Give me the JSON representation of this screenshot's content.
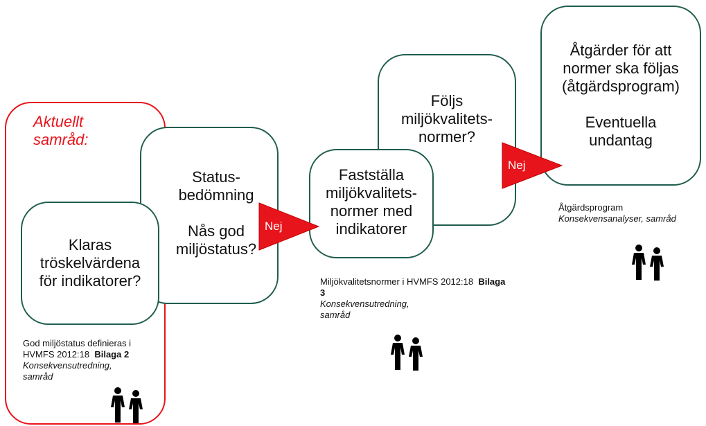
{
  "current_label": [
    "Aktuellt",
    "samråd:"
  ],
  "box1": [
    "Klaras",
    "tröskelvärdena",
    "för indikatorer?"
  ],
  "box2": [
    "Status-",
    "bedömning",
    "",
    "Nås god",
    "miljöstatus?"
  ],
  "box3": [
    "Fastställa",
    "miljökvalitets-",
    "normer med",
    "indikatorer"
  ],
  "box4": [
    "Följs",
    "miljökvalitets-",
    "normer?"
  ],
  "box5": [
    "Åtgärder för att",
    "normer ska följas",
    "(åtgärdsprogram)",
    "",
    "Eventuella",
    "undantag"
  ],
  "nej1": "Nej",
  "nej2": "Nej",
  "caption1": {
    "line1": "God miljöstatus definieras i",
    "line2_prefix": "HVMFS 2012:18",
    "line2_bold": "Bilaga 2",
    "italic1": "Konsekvensutredning,",
    "italic2": "samråd"
  },
  "caption2": {
    "line1_prefix": "Miljökvalitetsnormer i HVMFS 2012:18",
    "line1_bold": "Bilaga",
    "line2_bold": "3",
    "italic1": "Konsekvensutredning,",
    "italic2": "samråd"
  },
  "caption3": {
    "line1": "Åtgärdsprogram",
    "italic1": "Konsekvensanalyser, samråd"
  },
  "colors": {
    "box_border": "#1f5d4e",
    "red": "#e8141b",
    "text_red": "#e8141b"
  },
  "icons": [
    "people-icon",
    "people-icon",
    "people-icon"
  ]
}
